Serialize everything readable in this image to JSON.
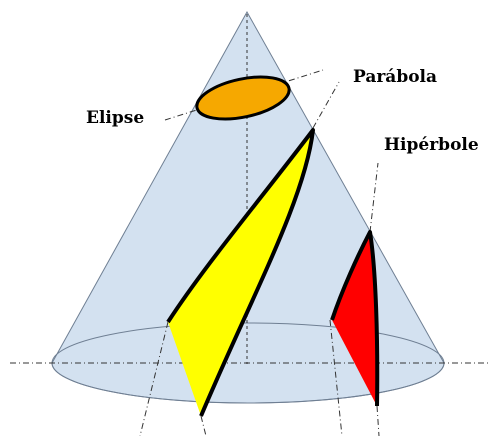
{
  "labels": {
    "ellipse": "Elipse",
    "parabola": "Parábola",
    "hyperbola": "Hipérbole"
  },
  "colors": {
    "cone_fill": "#d3e1f0",
    "cone_edge": "#6f7f93",
    "ellipse_fill": "#f6a800",
    "parabola_fill": "#ffff00",
    "hyperbola_fill": "#ff0000",
    "outline": "#000000",
    "guide": "#333333"
  }
}
